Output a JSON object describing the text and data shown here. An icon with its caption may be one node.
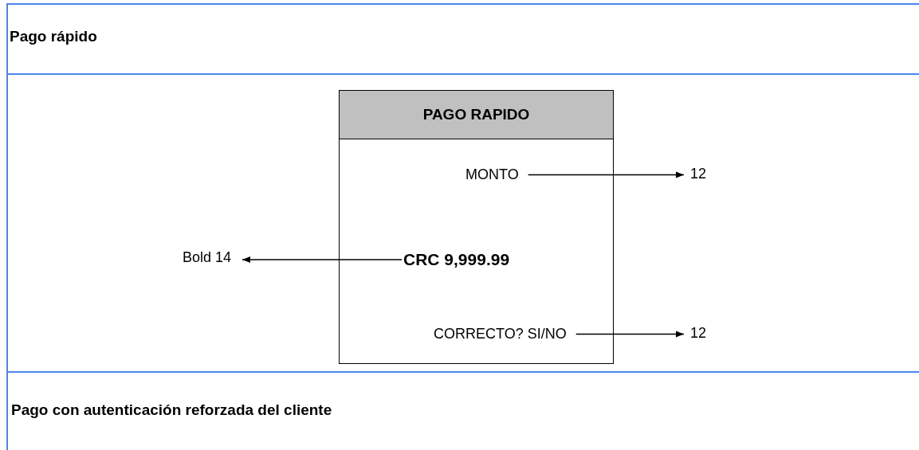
{
  "diagram": {
    "nodes": [
      {
        "text": [
          "PAGO RAPIDO"
        ]
      },
      {
        "text": [
          "MONTO"
        ],
        "in": 0
      },
      {
        "text": [
          "CRC 9,999.99"
        ],
        "in": 0
      },
      {
        "text": [
          "CORRECTO? SI/NO"
        ],
        "in": 0
      },
      {
        "text": [
          "12"
        ]
      },
      {
        "text": [
          "Bold 14"
        ]
      },
      {
        "text": [
          "12"
        ]
      }
    ],
    "edges": [
      {
        "from": 1,
        "to": 4,
        "arrow": "to"
      },
      {
        "from": 2,
        "to": 5,
        "arrow": "to"
      },
      {
        "from": 3,
        "to": 6,
        "arrow": "to"
      }
    ],
    "labels": [
      "Pago rápido",
      "Pago con autenticación reforzada del cliente"
    ]
  }
}
